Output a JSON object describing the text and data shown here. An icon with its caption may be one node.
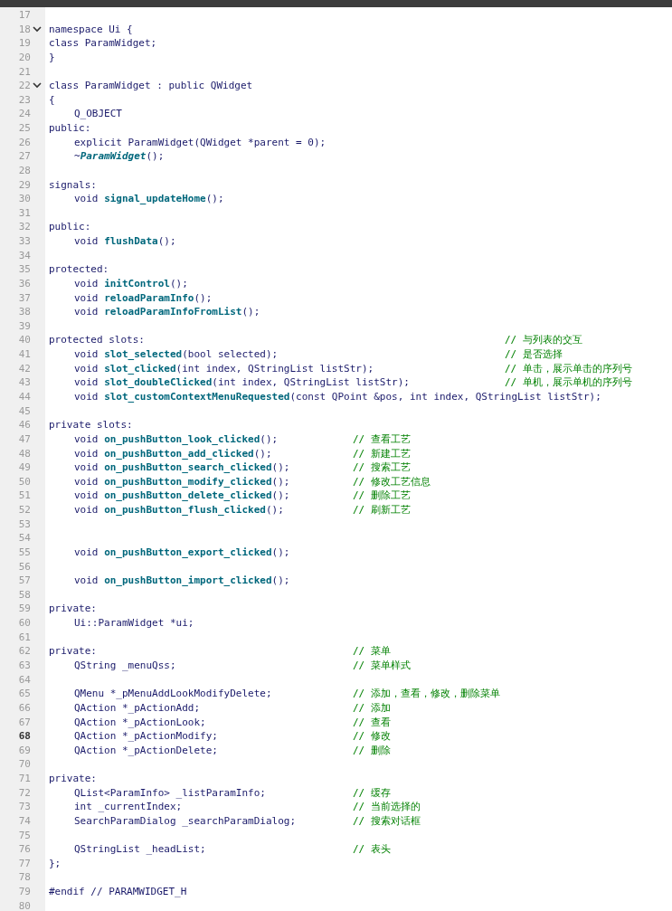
{
  "diagram": {
    "labels": [
      "17",
      "18",
      "namespace Ui {",
      "19",
      "class ParamWidget;",
      "20",
      "}",
      "21",
      "22",
      "class ParamWidget : public QWidget",
      "23",
      "{",
      "24",
      "Q_OBJECT",
      "25",
      "public:",
      "26",
      "explicit ParamWidget(QWidget *parent = 0);",
      "27",
      "~*ParamWidget*();",
      "28",
      "29",
      "signals:",
      "30",
      "void **signal_updateHome**();",
      "31",
      "32",
      "public:",
      "33",
      "void **flushData**();",
      "34",
      "35",
      "protected:",
      "36",
      "void **initControl**();",
      "37",
      "void **reloadParamInfo**();",
      "38",
      "void **reloadParamInfoFromList**();",
      "39",
      "40",
      "protected slots:",
      "// 与列表的交互",
      "41",
      "void **slot_selected**(bool selected);",
      "// 是否选择",
      "42",
      "void **slot_clicked**(int index, QStringList listStr);",
      "// 单击，展示单击的序列号",
      "43",
      "void **slot_doubleClicked**(int index, QStringList listStr);",
      "// 单机，展示单机的序列号",
      "44",
      "void **slot_customContextMenuRequested**(const QPoint &pos, int index, QStringList listStr);",
      "45",
      "46",
      "private slots:",
      "47",
      "void **on_pushButton_look_clicked**();",
      "// 查看工艺",
      "48",
      "void **on_pushButton_add_clicked**();",
      "// 新建工艺",
      "49",
      "void **on_pushButton_search_clicked**();",
      "// 搜索工艺",
      "50",
      "void **on_pushButton_modify_clicked**();",
      "// 修改工艺信息",
      "51",
      "void **on_pushButton_delete_clicked**();",
      "// 删除工艺",
      "52",
      "void **on_pushButton_flush_clicked**();",
      "// 刷新工艺",
      "53",
      "54",
      "55",
      "void **on_pushButton_export_clicked**();",
      "56",
      "57",
      "void **on_pushButton_import_clicked**();",
      "58",
      "59",
      "private:",
      "60",
      "Ui::ParamWidget *ui;",
      "61",
      "62",
      "private:",
      "// 菜单",
      "63",
      "QString _menuQss;",
      "// 菜单样式",
      "64",
      "65",
      "QMenu *_pMenuAddLookModifyDelete;",
      "// 添加，查看，修改，删除菜单",
      "66",
      "QAction *_pActionAdd;",
      "// 添加",
      "67",
      "QAction *_pActionLook;",
      "// 查看",
      "68",
      "QAction *_pActionModify;",
      "// 修改",
      "69",
      "QAction *_pActionDelete;",
      "// 删除",
      "70",
      "71",
      "private:",
      "72",
      "QList<ParamInfo> _listParamInfo;",
      "// 缓存",
      "73",
      "int _currentIndex;",
      "// 当前选择的",
      "74",
      "SearchParamDialog _searchParamDialog;",
      "// 搜索对话框",
      "75",
      "76",
      "QStringList _headList;",
      "// 表头",
      "77",
      "};",
      "78",
      "79",
      "#endif // PARAMWIDGET_H",
      "80"
    ]
  }
}
